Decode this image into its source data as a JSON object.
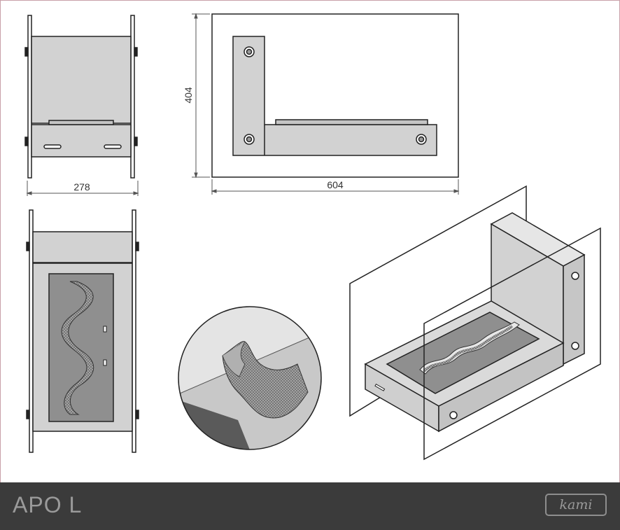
{
  "product": {
    "name": "APO L"
  },
  "dimensions": {
    "width": "278",
    "length": "604",
    "height": "404"
  },
  "brand": {
    "logo_text": "kami"
  },
  "colors": {
    "outline": "#222222",
    "panel_fill": "#d2d2d2",
    "dark_fill": "#8f8f8f",
    "footer_bg": "#3b3b3b",
    "footer_text": "#9a9a9a"
  }
}
